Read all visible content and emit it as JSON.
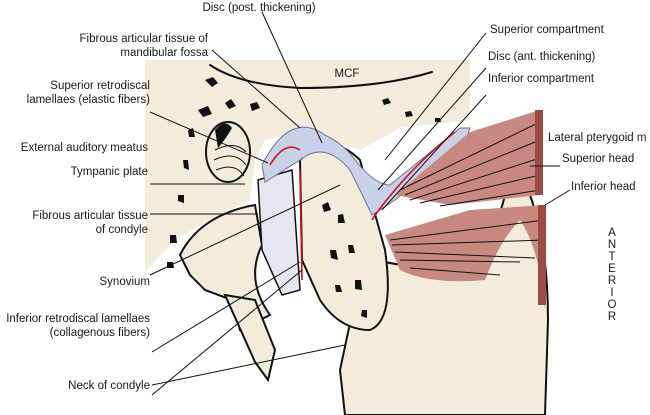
{
  "labels": {
    "disc_post": "Disc (post. thickening)",
    "fibrous_fossa_1": "Fibrous articular tissue of",
    "fibrous_fossa_2": "mandibular fossa",
    "superior_compartment": "Superior compartment",
    "disc_ant": "Disc (ant. thickening)",
    "inferior_compartment": "Inferior compartment",
    "mcf": "MCF",
    "sup_retro_1": "Superior retrodiscal",
    "sup_retro_2": "lamellaes (elastic fibers)",
    "eam": "External auditory meatus",
    "tympanic": "Tympanic plate",
    "fibrous_condyle_1": "Fibrous articular tissue",
    "fibrous_condyle_2": "of condyle",
    "synovium": "Synovium",
    "inf_retro_1": "Inferior retrodiscal lamellaes",
    "inf_retro_2": "(collagenous fibers)",
    "neck": "Neck of condyle",
    "lateral_pterygoid": "Lateral pterygoid m",
    "superior_head": "Superior head",
    "inferior_head": "Inferior head",
    "anterior": [
      "A",
      "N",
      "T",
      "E",
      "R",
      "I",
      "O",
      "R"
    ]
  },
  "colors": {
    "bone": "#f3ecda",
    "disc": "#c9d1e8",
    "muscle": "#c88a80",
    "muscle_dark": "#9c4a44",
    "synovium": "#d0101a"
  }
}
